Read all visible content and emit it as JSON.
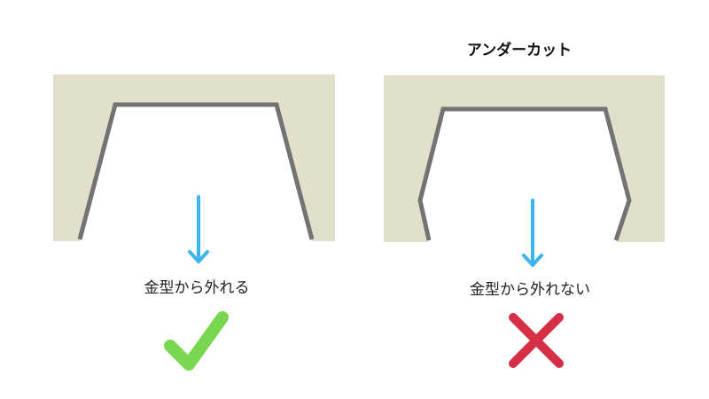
{
  "left_panel": {
    "caption": "金型から外れる",
    "result_icon": "check-icon"
  },
  "right_panel": {
    "title": "アンダーカット",
    "caption": "金型から外れない",
    "result_icon": "cross-icon"
  },
  "colors": {
    "mold": "#e3dfcd",
    "outline": "#737373",
    "cavity": "#ffffff",
    "arrow": "#3cb4ef",
    "check": "#78d64f",
    "cross": "#d62f45"
  }
}
